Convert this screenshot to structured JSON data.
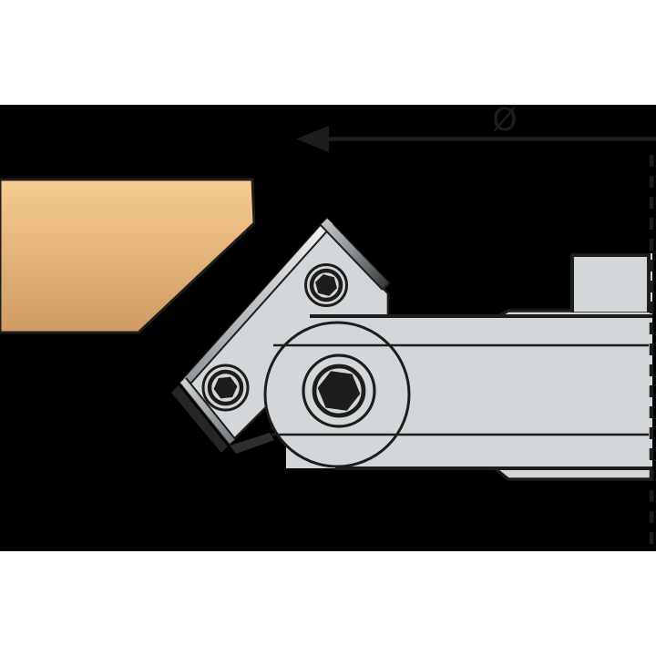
{
  "diagram": {
    "kind": "cutter-head-technical-illustration",
    "dimension_label": {
      "symbol": "Ø",
      "arrow_direction": "left"
    },
    "parts": {
      "workpiece": "chamfered-wood-board",
      "cutter_plate": "diamond-knife-carrier",
      "knife_edge": "bevel-cutting-insert",
      "screws": [
        "upper-hex-screw",
        "lower-hex-screw",
        "pivot-hex-screw"
      ],
      "body": "horizontal-cutter-body",
      "collar": "stepped-collar-section",
      "block": "top-right-block",
      "centerline": "dashed-axis-line"
    }
  },
  "colors": {
    "white": "#ffffff",
    "black": "#000000",
    "stroke": "#1d1d1b",
    "metal": "#d3d7d9",
    "bevel_light": "#f2f4f4",
    "bevel_dark": "#8e9396",
    "edge_light": "#cfd3d4",
    "edge_dark": "#787c7e",
    "knife_light": "#c2c6c8",
    "knife_dark": "#383a3c",
    "wood_top": "#f6cc90",
    "wood_bottom": "#d09b63",
    "shadow": "#262626",
    "shadow2": "#2e2e2e"
  }
}
